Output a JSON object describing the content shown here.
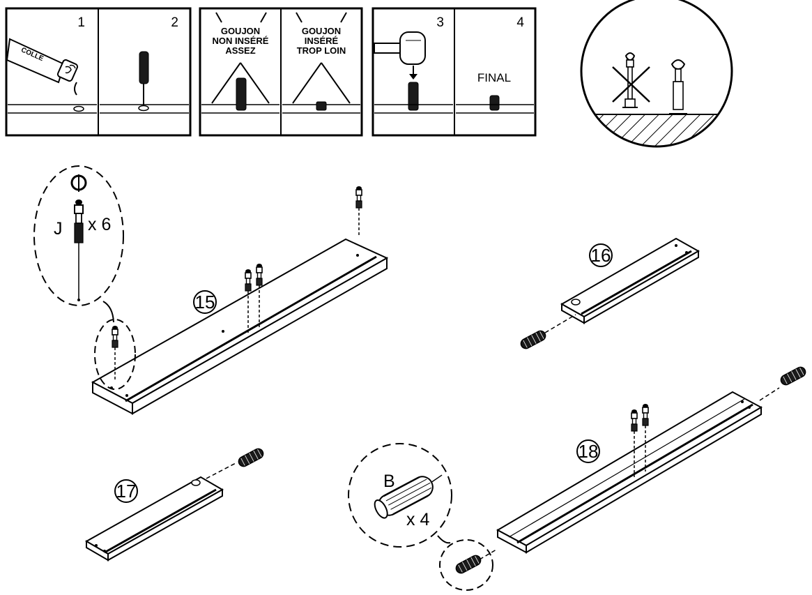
{
  "panels": {
    "p1": {
      "number": "1",
      "glue_label": "COLLE"
    },
    "p2": {
      "number": "2"
    },
    "p_warn_left": {
      "line1": "GOUJON",
      "line2": "NON INSÉRÉ",
      "line3": "ASSEZ"
    },
    "p_warn_right": {
      "line1": "GOUJON",
      "line2": "INSÉRÉ",
      "line3": "TROP LOIN"
    },
    "p3": {
      "number": "3"
    },
    "p4": {
      "number": "4",
      "label": "FINAL"
    }
  },
  "steps": {
    "s15": "15",
    "s16": "16",
    "s17": "17",
    "s18": "18"
  },
  "callouts": {
    "cam_bolt": {
      "letter": "J",
      "quantity": "x 6"
    },
    "dowel": {
      "letter": "B",
      "quantity": "x 4"
    }
  },
  "icons": [
    "glue-tube-icon",
    "hammer-icon",
    "dowel-icon",
    "cam-bolt-icon",
    "cross-icon",
    "step-circle-icon"
  ]
}
